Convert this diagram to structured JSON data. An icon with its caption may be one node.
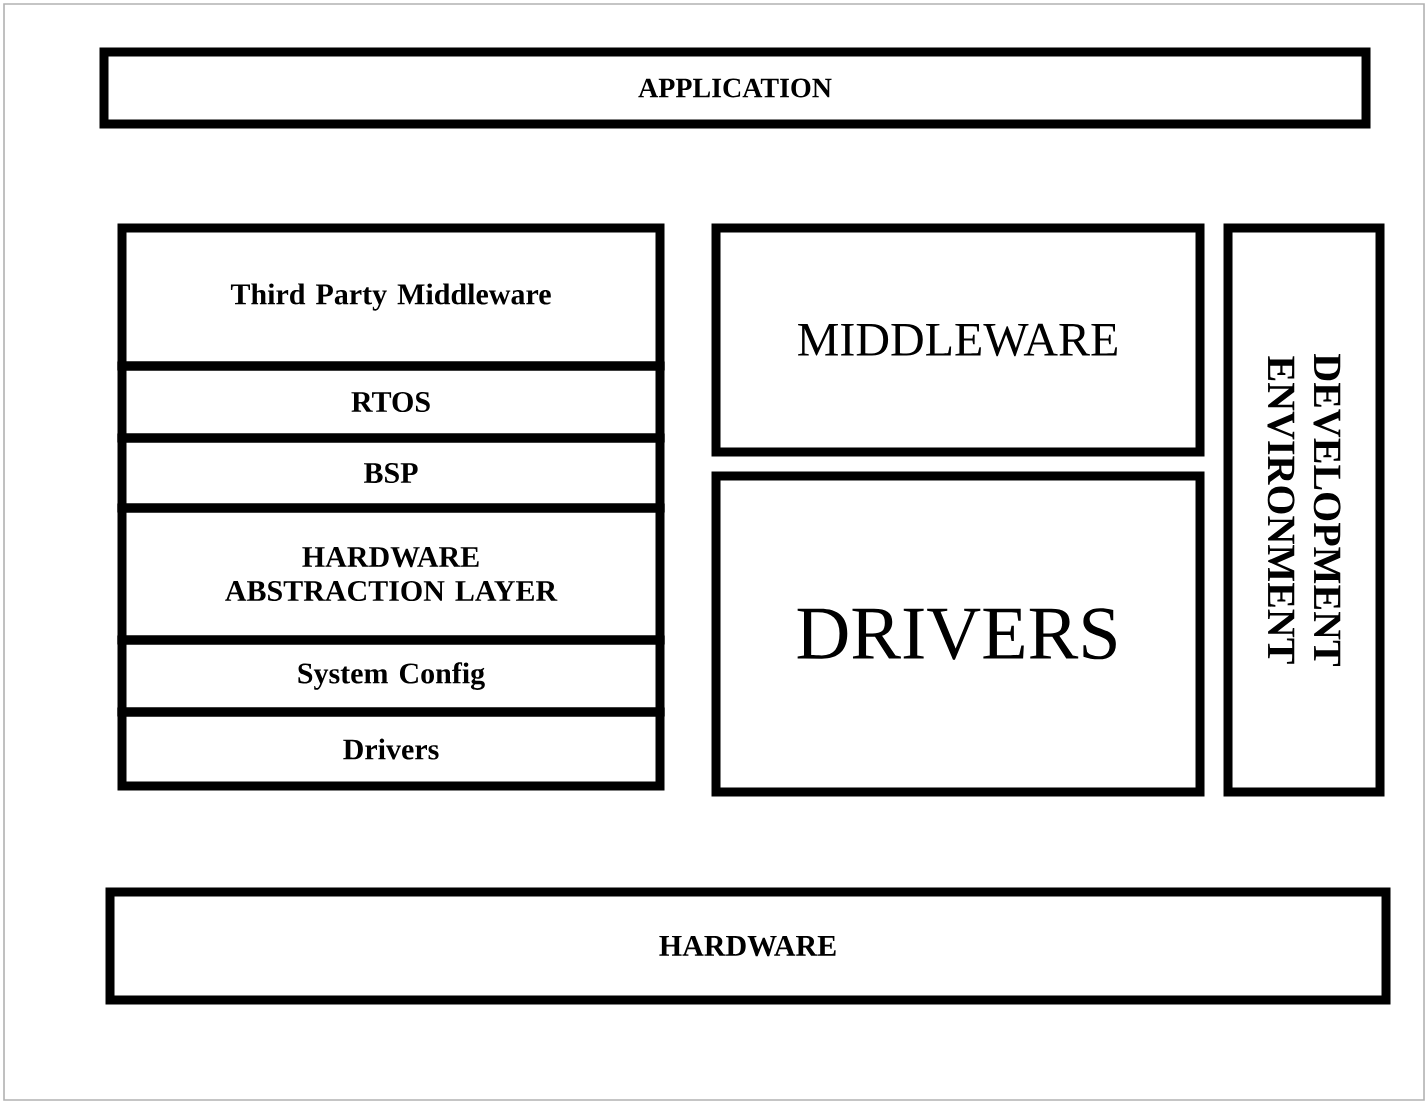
{
  "diagram": {
    "nodes": [
      {
        "text": [
          "APPLICATION"
        ]
      },
      {
        "text": [
          "Third Party Middleware"
        ]
      },
      {
        "text": [
          "RTOS"
        ]
      },
      {
        "text": [
          "BSP"
        ]
      },
      {
        "text": [
          "HARDWARE ABSTRACTION LAYER"
        ]
      },
      {
        "text": [
          "System Config"
        ]
      },
      {
        "text": [
          "Drivers"
        ]
      },
      {
        "text": [
          "MIDDLEWARE"
        ]
      },
      {
        "text": [
          "DRIVERS"
        ]
      },
      {
        "text": [
          "DEVELOPMENT ENVIRONMENT"
        ]
      },
      {
        "text": [
          "HARDWARE"
        ]
      }
    ]
  }
}
